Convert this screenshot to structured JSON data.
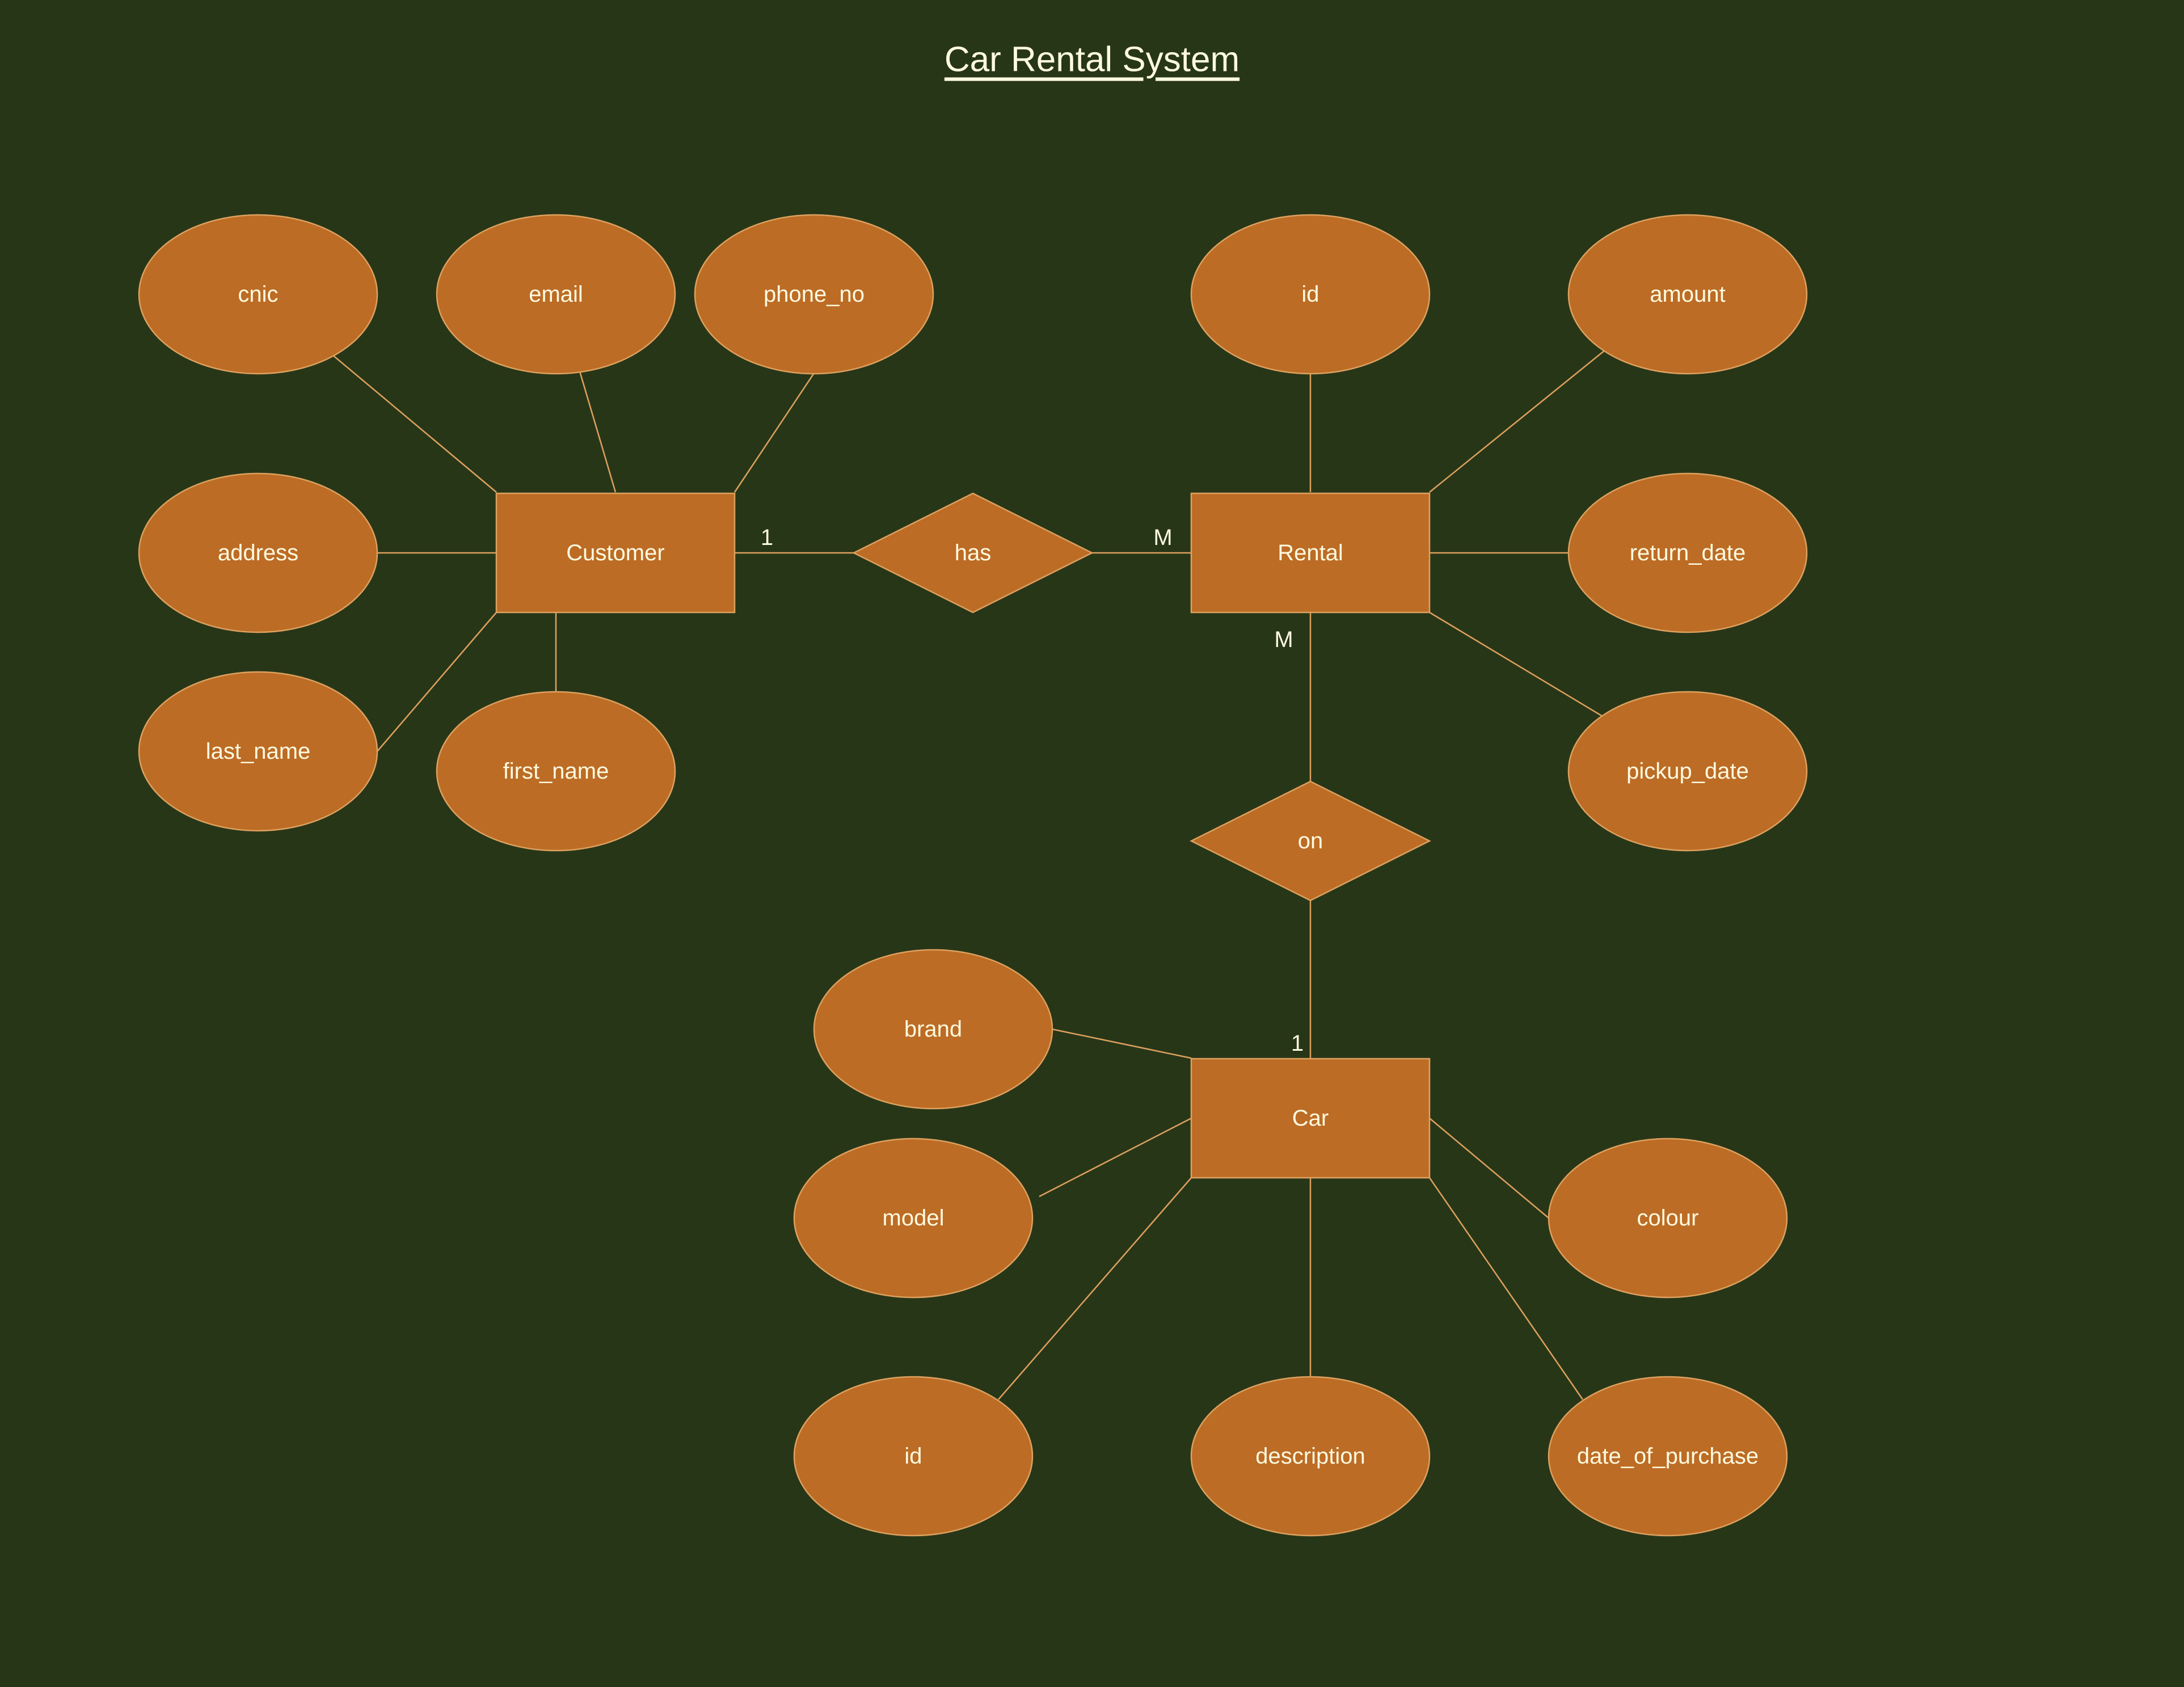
{
  "diagram": {
    "title": "Car Rental System",
    "colors": {
      "background": "#283618",
      "shape_fill": "#bc6c25",
      "shape_stroke": "#dda15e",
      "text": "#fefae0"
    },
    "entities": [
      {
        "key": "customer",
        "label": "Customer"
      },
      {
        "key": "rental",
        "label": "Rental"
      },
      {
        "key": "car",
        "label": "Car"
      }
    ],
    "relationships": [
      {
        "key": "has",
        "label": "has",
        "from": "customer",
        "to": "rental",
        "from_card": "1",
        "to_card": "M"
      },
      {
        "key": "on",
        "label": "on",
        "from": "rental",
        "to": "car",
        "from_card": "M",
        "to_card": "1"
      }
    ],
    "attributes": [
      {
        "key": "cnic",
        "entity": "customer",
        "label": "cnic"
      },
      {
        "key": "email",
        "entity": "customer",
        "label": "email"
      },
      {
        "key": "phone_no",
        "entity": "customer",
        "label": "phone_no"
      },
      {
        "key": "address",
        "entity": "customer",
        "label": "address"
      },
      {
        "key": "last_name",
        "entity": "customer",
        "label": "last_name"
      },
      {
        "key": "first_name",
        "entity": "customer",
        "label": "first_name"
      },
      {
        "key": "rental_id",
        "entity": "rental",
        "label": "id"
      },
      {
        "key": "amount",
        "entity": "rental",
        "label": "amount"
      },
      {
        "key": "return_date",
        "entity": "rental",
        "label": "return_date"
      },
      {
        "key": "pickup_date",
        "entity": "rental",
        "label": "pickup_date"
      },
      {
        "key": "brand",
        "entity": "car",
        "label": "brand"
      },
      {
        "key": "model",
        "entity": "car",
        "label": "model"
      },
      {
        "key": "colour",
        "entity": "car",
        "label": "colour"
      },
      {
        "key": "car_id",
        "entity": "car",
        "label": "id"
      },
      {
        "key": "description",
        "entity": "car",
        "label": "description"
      },
      {
        "key": "date_of_purchase",
        "entity": "car",
        "label": "date_of_purchase"
      }
    ]
  }
}
